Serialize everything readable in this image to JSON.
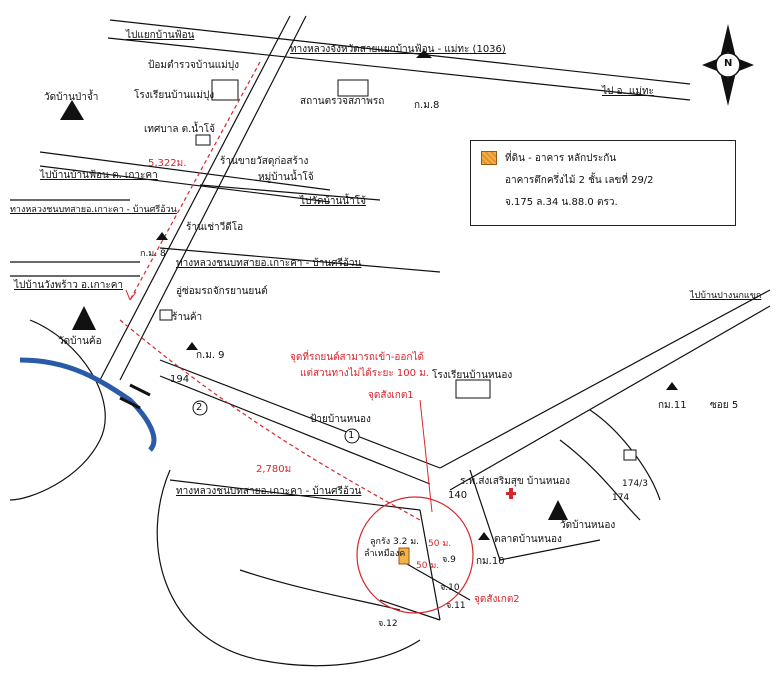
{
  "roads": {
    "to_ban_phon_junction": "ไปแยกบ้านฟ้อน",
    "highway_1036": "ทางหลวงจังหวัดสายแยกบ้านฟ้อน - แม่ทะ (1036)",
    "to_mae_tha": "ไป อ. แม่ทะ",
    "to_ban_phon_ko_kha": "ไปบ้านบ้านฟ้อน ต. เกาะคา",
    "rural_road_1": "ทางหลวงชนบทสายอ.เกาะคา - บ้านศรีอ้วน",
    "to_wat_ban_nam_jai": "ไปวัดบ้านน้ำโจ้",
    "rural_road_2": "ทางหลวงชนบทสายอ.เกาะคา - บ้านศรีอ้วน",
    "to_wang_phrao": "ไปบ้านวังพร้าว อ.เกาะคา",
    "rural_road_3": "ทางหลวงชนบทสายอ.เกาะคา - บ้านศรีอ้วน",
    "to_ban_pai_nok": "ไปบ้านปางนกแขก"
  },
  "places": {
    "police_post": "ป้อมตำรวจบ้านแม่ปุง",
    "school_mae_pung": "โรงเรียนบ้านแม่ปุง",
    "checkpoint": "สถานตรวจสภาพรถ",
    "km8": "ก.ม.8",
    "wat_pa_jam": "วัดบ้านป่าจ้ำ",
    "municipality": "เทศบาล ต.น้ำโจ้",
    "shop_wat": "ร้านขายวัสดุก่อสร้าง",
    "village_nam_jai": "หมู่บ้านน้ำโจ้",
    "video_shop": "ร้านเช่าวีดีโอ",
    "km_small": "ก.ม. 8",
    "garage": "อู่ซ่อมรถจักรยานยนต์",
    "shop": "ร้านค้า",
    "wat_ban_kho": "วัดบ้านค้อ",
    "km9": "ก.ม. 9",
    "road194": "194",
    "school_ban_nong": "โรงเรียนบ้านหนอง",
    "sign_ban_nong": "ป้ายบ้านหนอง",
    "hospital": "ร.พ.ส่งเสริมสุข บ้านหนอง",
    "num140": "140",
    "wat_ban_nong": "วัดบ้านหนอง",
    "market": "ตลาดบ้านหนอง",
    "km10": "กม.10",
    "km11": "กม.11",
    "soi5": "ซอย 5",
    "h174_3": "174/3",
    "h174": "174",
    "j10": "จ.10",
    "j11": "จ.11",
    "j12": "จ.12",
    "j9": "จ.9",
    "lane": "ลูกรัง 3.2 ม.",
    "lane_b": "ลำเหมืองค"
  },
  "annotations": {
    "dist_5322": "5,322ม.",
    "dist_2780": "2,780ม",
    "access_note_1": "จุดที่รถยนต์สามารถเข้า-ออกได้",
    "access_note_2": "แต่สวนทางไม่ได้ระยะ 100 ม.",
    "mark1": "จุดสังเกต1",
    "mark2": "จุดสังเกต2",
    "d50a": "50 ม.",
    "d50b": "50 ม.",
    "route1": "1",
    "route2": "2"
  },
  "legend": {
    "line1": "ที่ดิน - อาคาร หลักประกัน",
    "line2": "อาคารตึกครึ่งไม้ 2 ชั้น เลขที่ 29/2",
    "line3": "จ.175  ล.34  น.88.0 ตรว."
  },
  "compass": {
    "north": "N"
  },
  "colors": {
    "red": "#d8262c",
    "orange": "#f2b24a",
    "river": "#2a5aa8"
  }
}
